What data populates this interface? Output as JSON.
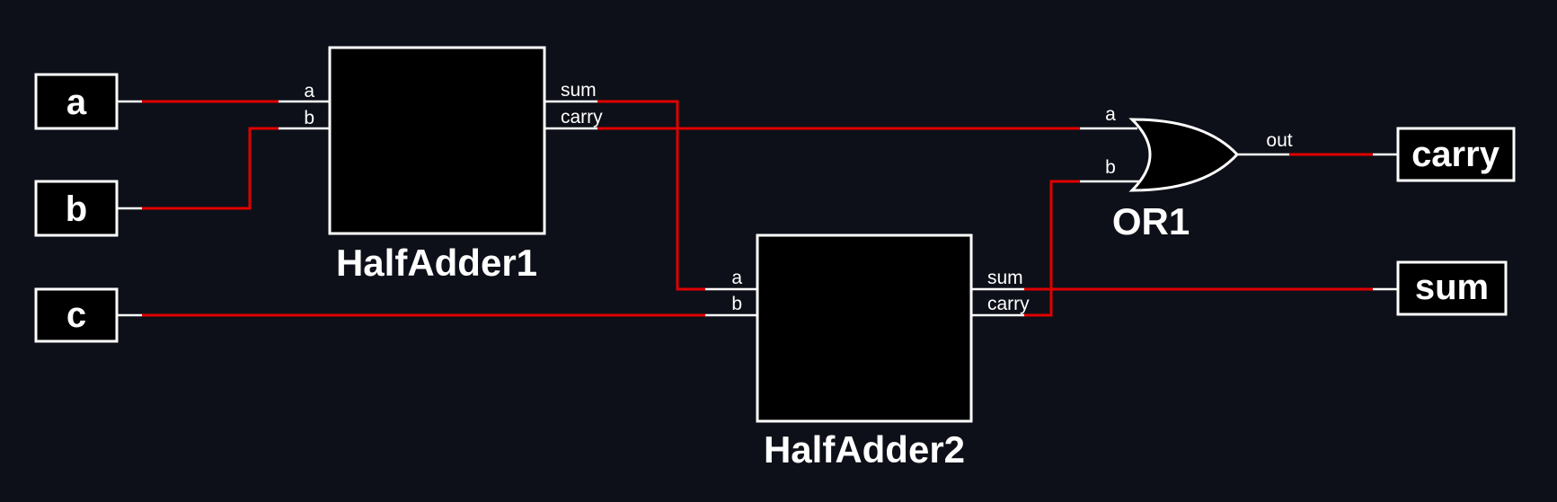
{
  "colors": {
    "background": "#0d1018",
    "wire": "#e00000",
    "outline": "#ffffff",
    "fill": "#000000"
  },
  "inputs": [
    {
      "label": "a"
    },
    {
      "label": "b"
    },
    {
      "label": "c"
    }
  ],
  "outputs": [
    {
      "label": "carry"
    },
    {
      "label": "sum"
    }
  ],
  "half_adder_1": {
    "title": "HalfAdder1",
    "pins": {
      "a": "a",
      "b": "b",
      "sum": "sum",
      "carry": "carry"
    }
  },
  "half_adder_2": {
    "title": "HalfAdder2",
    "pins": {
      "a": "a",
      "b": "b",
      "sum": "sum",
      "carry": "carry"
    }
  },
  "or_gate": {
    "title": "OR1",
    "pins": {
      "a": "a",
      "b": "b",
      "out": "out"
    }
  }
}
